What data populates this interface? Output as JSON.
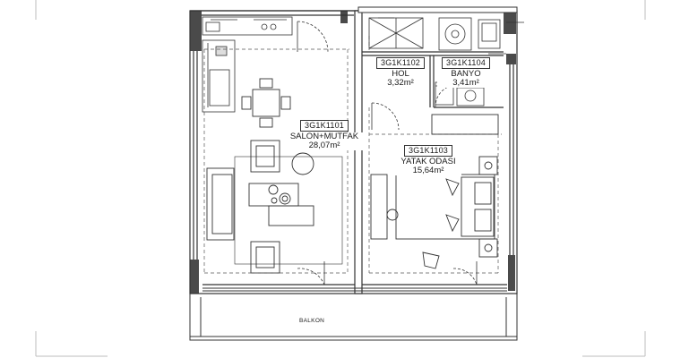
{
  "rooms": {
    "salon": {
      "code": "3G1K1101",
      "name": "SALON+MUTFAK",
      "area": "28,07m²"
    },
    "hol": {
      "code": "3G1K1102",
      "name": "HOL",
      "area": "3,32m²"
    },
    "banyo": {
      "code": "3G1K1104",
      "name": "BANYO",
      "area": "3,41m²"
    },
    "yatak": {
      "code": "3G1K1103",
      "name": "YATAK ODASI",
      "area": "15,64m²"
    }
  },
  "balcony": {
    "label": "BALKON"
  }
}
